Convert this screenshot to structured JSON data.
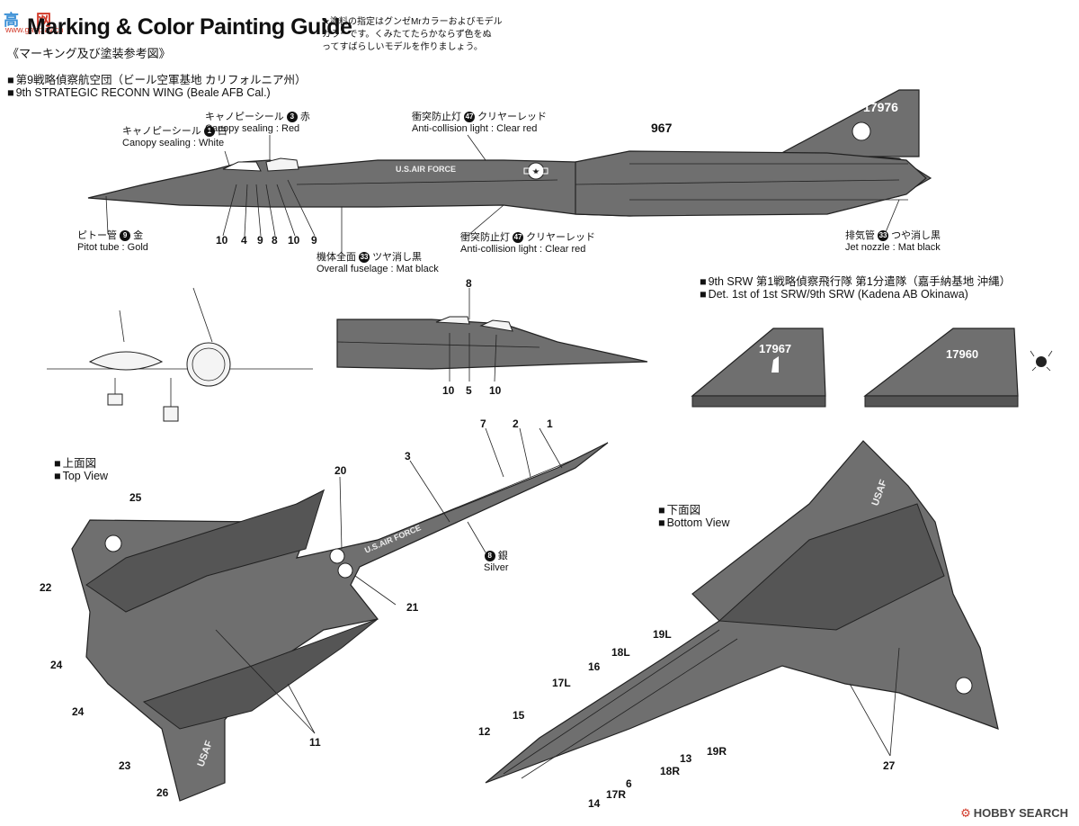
{
  "logo": {
    "char1": "高",
    "char2": "网",
    "sub": "www.gaoplay.cn"
  },
  "header": {
    "title": "Marking & Color Painting Guide",
    "subtitle": "《マーキング及び塗装参考図》",
    "note": [
      "★塗料の指定はグンゼMrカラーおよびモデル",
      "カラーです。くみたてたらかならず色をぬ",
      "ってすばらしいモデルを作りましょう。"
    ]
  },
  "unit1": {
    "jp": "第9戦略偵察航空団（ビール空軍基地 カリフォルニア州）",
    "en": "9th STRATEGIC RECONN WING (Beale AFB Cal.)"
  },
  "unit2": {
    "jp": "9th SRW 第1戦略偵察飛行隊 第1分遣隊（嘉手納基地 沖縄）",
    "en": "Det. 1st of 1st SRW/9th SRW (Kadena AB Okinawa)"
  },
  "callouts": {
    "canopy_white": {
      "jp": "キャノピーシール",
      "num": "1",
      "color_jp": "白",
      "en": "Canopy sealing : White"
    },
    "canopy_red": {
      "jp": "キャノピーシール",
      "num": "3",
      "color_jp": "赤",
      "en": "Canopy sealing : Red"
    },
    "anticol_top": {
      "jp": "衝突防止灯",
      "num": "47",
      "color_jp": "クリヤーレッド",
      "en": "Anti-collision light : Clear red"
    },
    "anticol_bottom": {
      "jp": "衝突防止灯",
      "num": "47",
      "color_jp": "クリヤーレッド",
      "en": "Anti-collision light : Clear red"
    },
    "pitot": {
      "jp": "ピトー管",
      "num": "9",
      "color_jp": "金",
      "en": "Pitot tube : Gold"
    },
    "fuselage": {
      "jp": "機体全面",
      "num": "33",
      "color_jp": "ツヤ消し黒",
      "en": "Overall fuselage : Mat black"
    },
    "nozzle": {
      "jp": "排気管",
      "num": "33",
      "color_jp": "つや消し黒",
      "en": "Jet nozzle : Mat black"
    },
    "silver": {
      "num": "8",
      "color_jp": "銀",
      "en": "Silver"
    }
  },
  "aircraft": {
    "serial_main": "17976",
    "code_main": "967",
    "nose_marking": "U.S.AIR FORCE",
    "tail_a": "17967",
    "tail_b": "17960",
    "top_marking_a": "U.S.AIR FORCE",
    "top_marking_b": "USAF"
  },
  "views": {
    "top_jp": "上面図",
    "top_en": "Top View",
    "bottom_jp": "下面図",
    "bottom_en": "Bottom View"
  },
  "side_numbers": [
    "10",
    "4",
    "9",
    "8",
    "10",
    "9"
  ],
  "cockpit_numbers": [
    "8",
    "10",
    "5",
    "10"
  ],
  "top_numbers": [
    "1",
    "2",
    "3",
    "7",
    "11",
    "20",
    "21",
    "22",
    "23",
    "24",
    "24",
    "25",
    "26"
  ],
  "bottom_numbers": [
    "6",
    "12",
    "13",
    "14",
    "15",
    "16",
    "17L",
    "17R",
    "18L",
    "18R",
    "19L",
    "19R",
    "27"
  ],
  "watermark": "HOBBY SEARCH"
}
